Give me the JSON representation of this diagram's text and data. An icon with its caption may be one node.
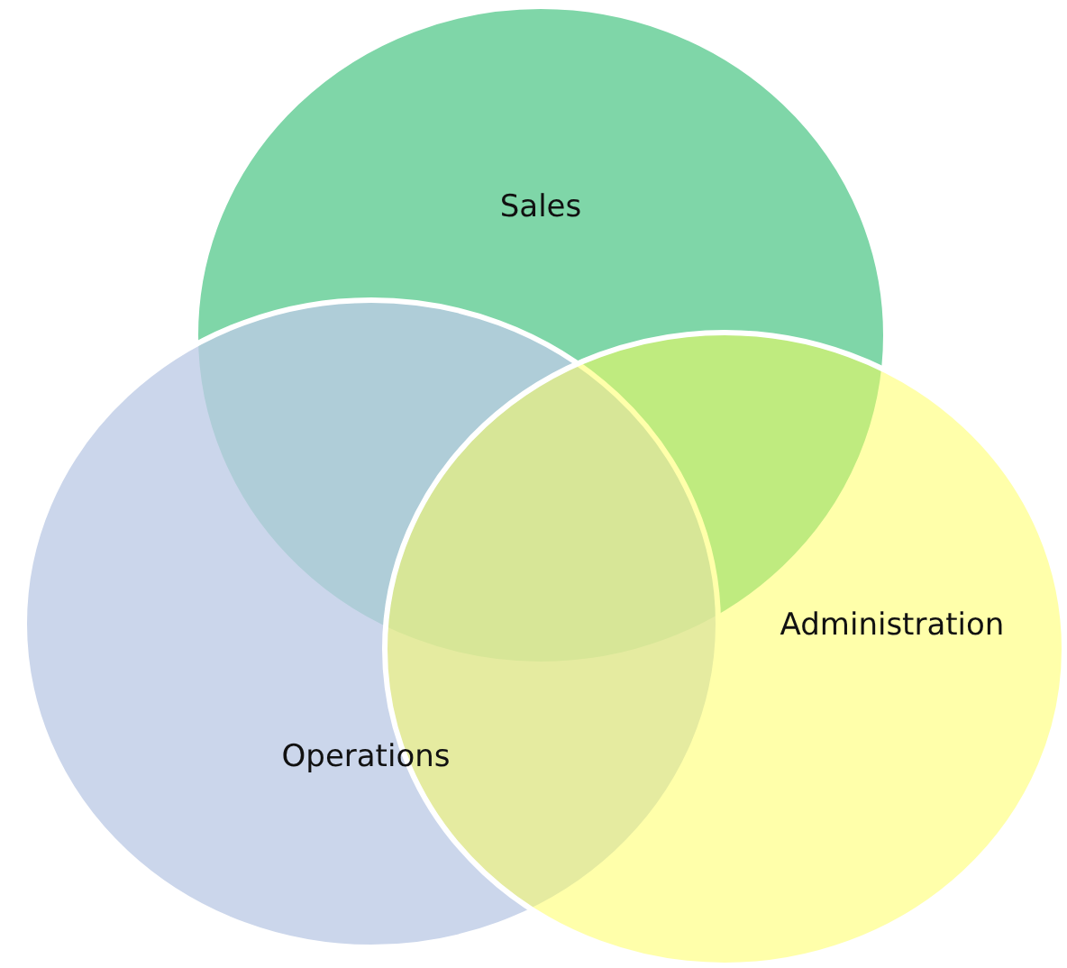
{
  "diagram": {
    "nodes": [
      {
        "text": [
          "Sales"
        ]
      },
      {
        "text": [
          "Operations"
        ]
      },
      {
        "text": [
          "Administration"
        ]
      }
    ]
  }
}
